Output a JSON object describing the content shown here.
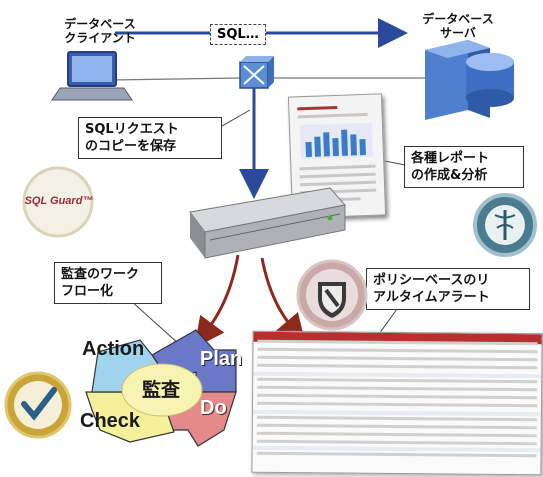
{
  "labels": {
    "db_client": "データベース\nクライアント",
    "db_server": "データベース\nサーバ",
    "sql_traffic": "SQL…",
    "sql_copy": "SQLリクエスト\nのコピーを保存",
    "reports": "各種レポート\nの作成&分析",
    "workflow": "監査のワーク\nフロー化",
    "policy": "ポリシーベースのリ\nアルタイムアラート",
    "sql_guard_logo": "SQL Guard™"
  },
  "cycle": {
    "center": "監査",
    "plan": "Plan",
    "do": "Do",
    "check": "Check",
    "action": "Action"
  },
  "colors": {
    "link_blue": "#2b4a9b",
    "arrow_red": "#8b2a1a",
    "plan": "#6b78c8",
    "do": "#e58a8a",
    "check": "#f3ef9b",
    "action": "#9fd3ee"
  }
}
